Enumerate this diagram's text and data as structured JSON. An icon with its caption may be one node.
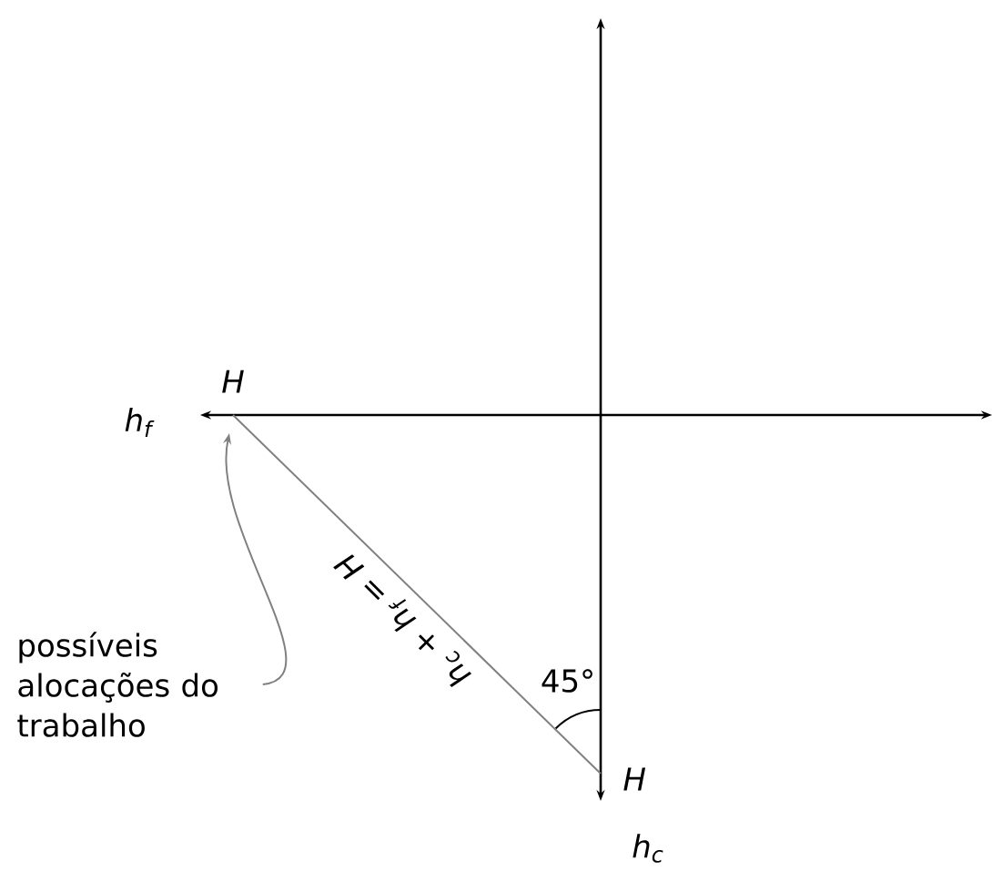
{
  "diagram": {
    "nodes": [
      {
        "text": [
          "possíveis alocações do trabalho"
        ]
      },
      {
        "text": [
          "H"
        ]
      },
      {
        "text": [
          "H"
        ]
      }
    ],
    "edges": [
      {
        "from": 0,
        "to": null,
        "arrow": "to"
      },
      {
        "from": 1,
        "to": 2,
        "arrow": "none",
        "label": "h$_{c}$ + h$_{f}$ = H"
      }
    ],
    "labels": [
      "h$_{f}$",
      "h$_{c}$",
      "45°"
    ]
  }
}
